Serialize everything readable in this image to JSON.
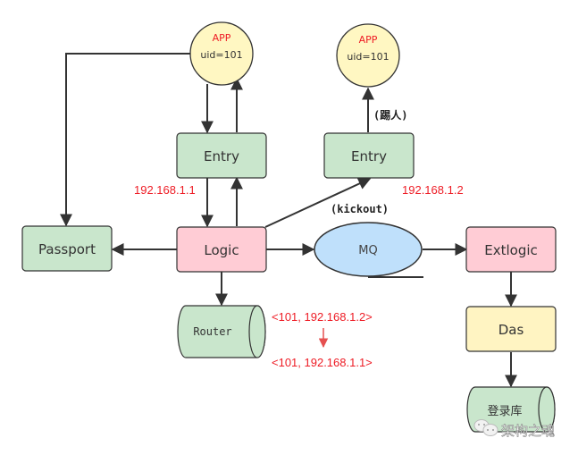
{
  "colors": {
    "green": "#c9e6cc",
    "pink": "#ffccd5",
    "yellow": "#fff4c2",
    "blue": "#bfe0fb",
    "circle": "#fff7c2",
    "stroke": "#333333",
    "red_text": "#ee1c25"
  },
  "nodes": {
    "app_left": {
      "title": "APP",
      "sub": "uid=101"
    },
    "app_right": {
      "title": "APP",
      "sub": "uid=101"
    },
    "entry_left": {
      "label": "Entry"
    },
    "entry_right": {
      "label": "Entry"
    },
    "passport": {
      "label": "Passport"
    },
    "logic": {
      "label": "Logic"
    },
    "mq": {
      "label": "MQ"
    },
    "extlogic": {
      "label": "Extlogic"
    },
    "router": {
      "label": "Router"
    },
    "das": {
      "label": "Das"
    },
    "login_db": {
      "label": "登录库"
    }
  },
  "annotations": {
    "ip_left": "192.168.1.1",
    "ip_right": "192.168.1.2",
    "kick_person": "(踢人)",
    "kickout": "(kickout)",
    "route_old": "<101, 192.168.1.2>",
    "route_new": "<101, 192.168.1.1>"
  },
  "watermark": "架构之魂"
}
